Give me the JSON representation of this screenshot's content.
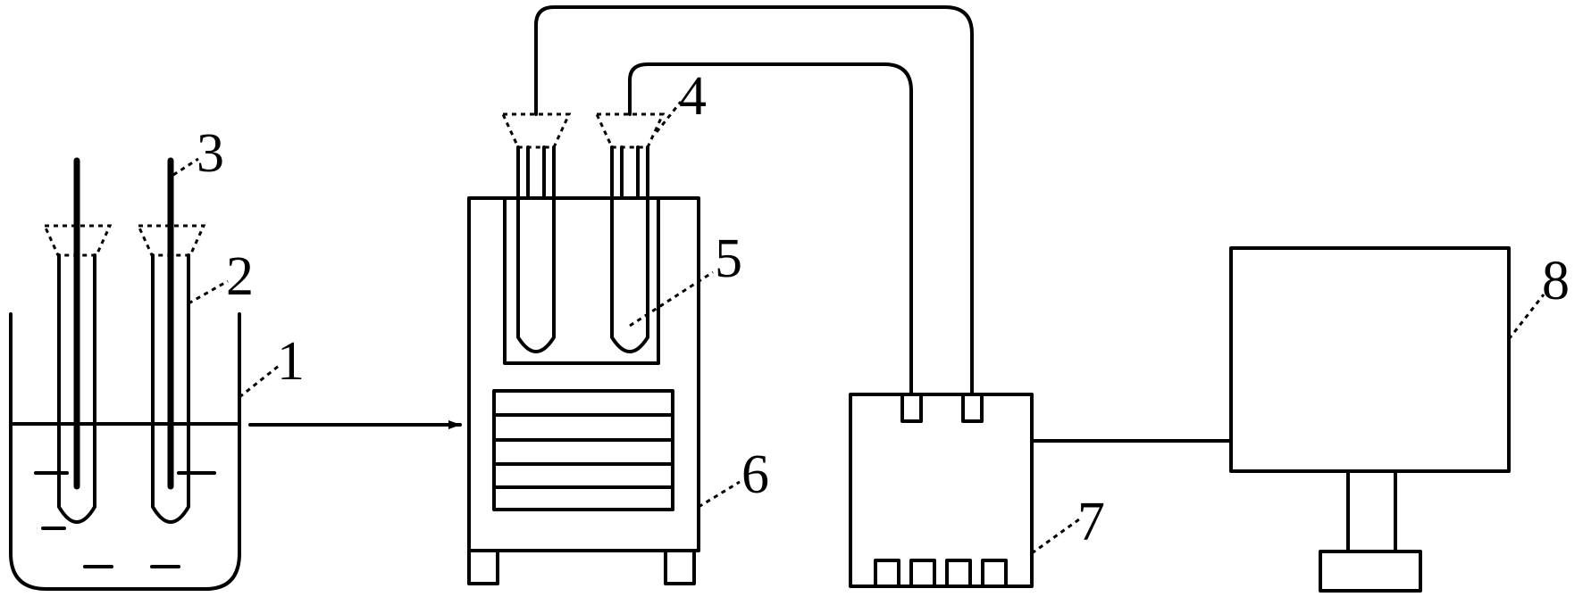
{
  "colors": {
    "stroke": "#000000",
    "background": "#ffffff"
  },
  "labels": {
    "l1": "1",
    "l2": "2",
    "l3": "3",
    "l4": "4",
    "l5": "5",
    "l6": "6",
    "l7": "7",
    "l8": "8"
  }
}
